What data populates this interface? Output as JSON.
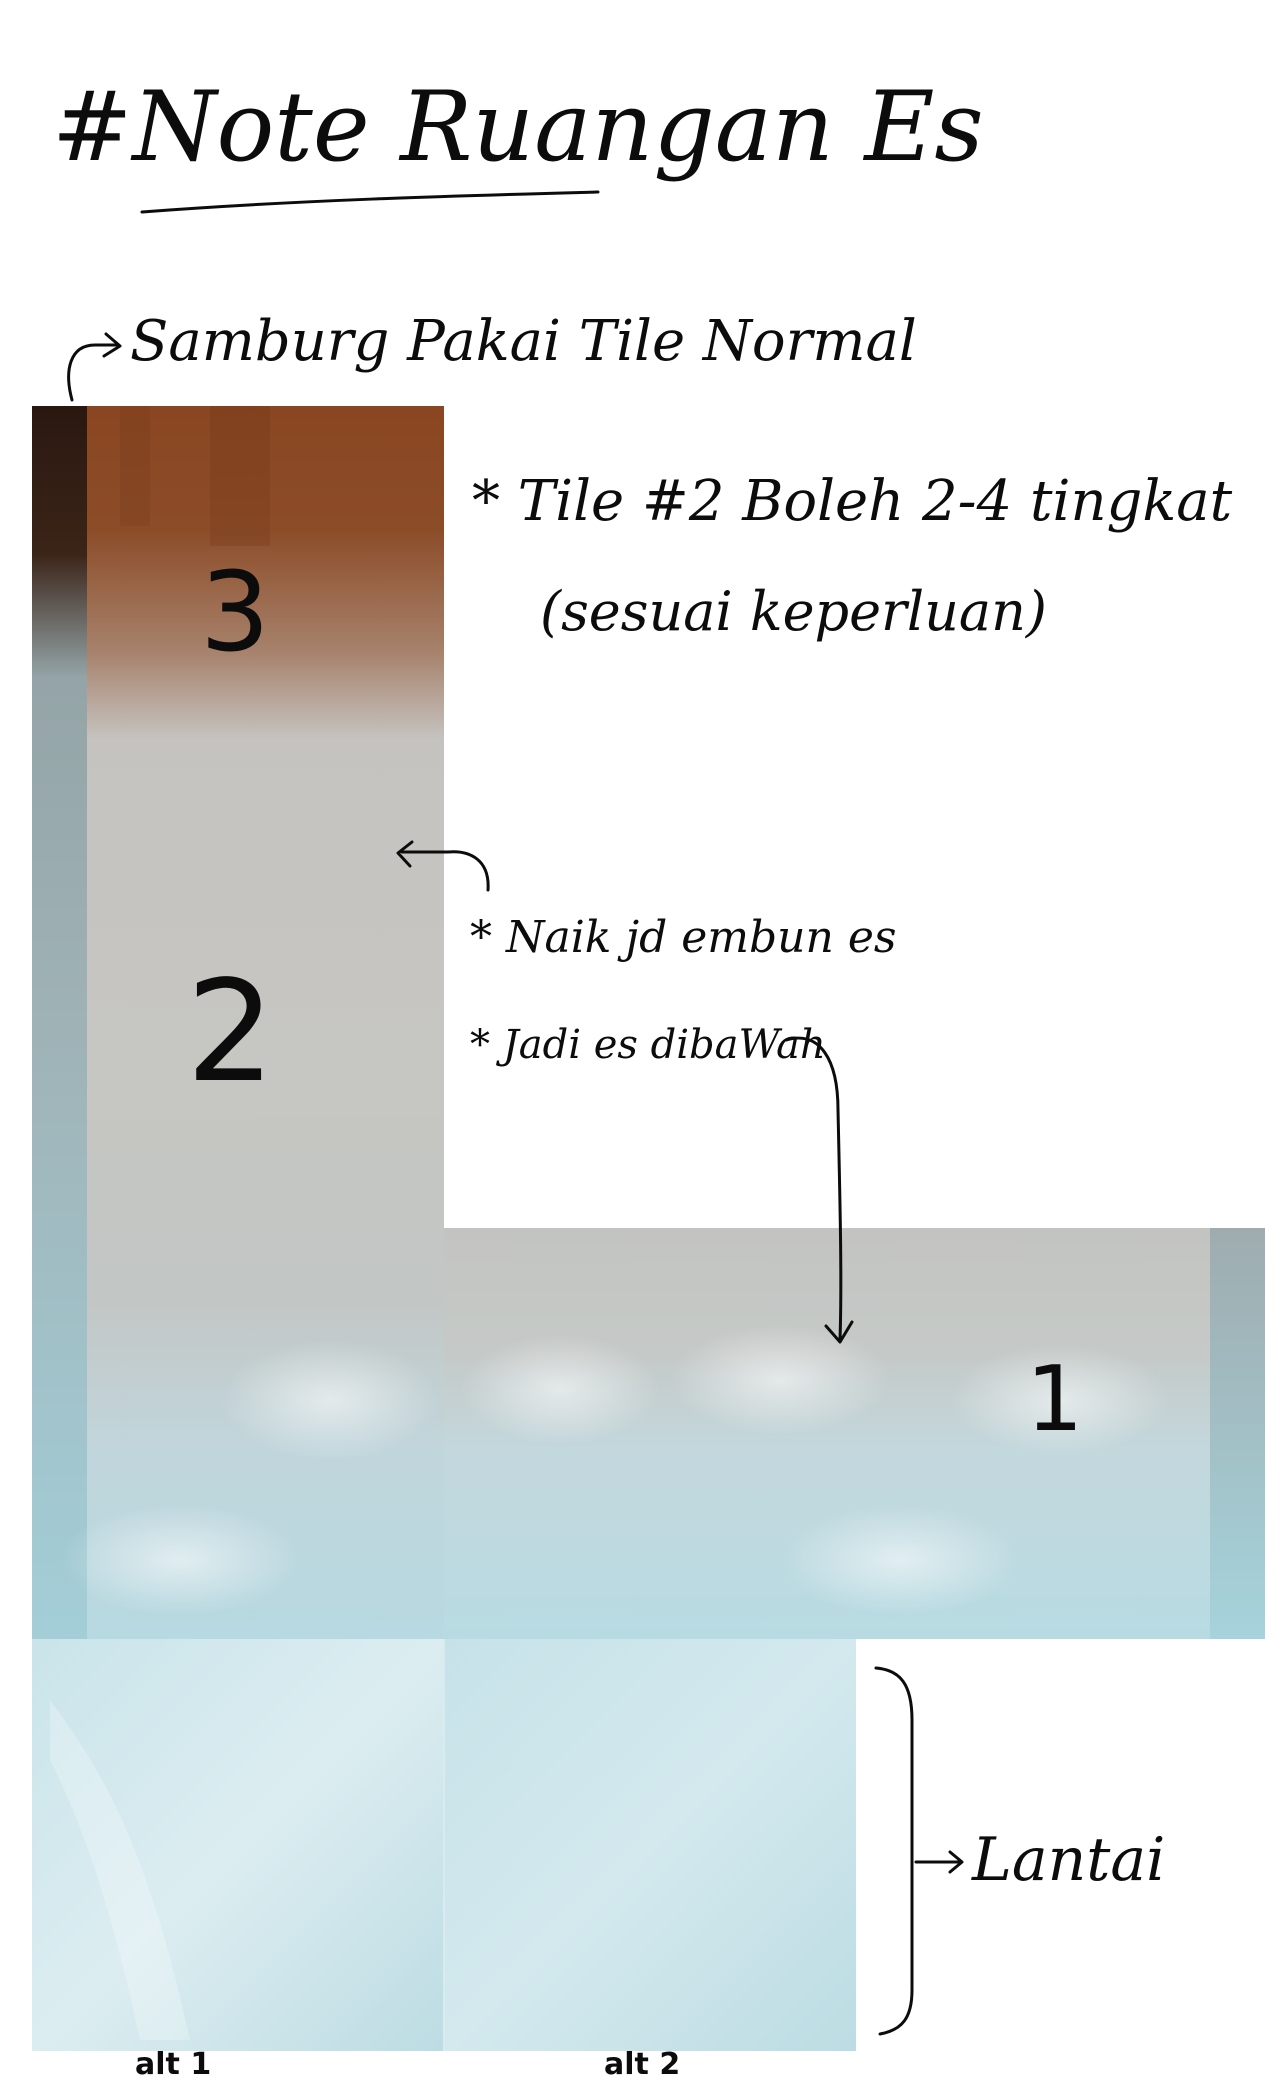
{
  "title": "#Note Ruangan Es",
  "annotations": {
    "connect_note": "Samburg Pakai Tile Normal",
    "tile2_note_line1": "* Tile #2 Boleh 2-4 tingkat",
    "tile2_note_line2": "(sesuai keperluan)",
    "frost_note": "* Naik jd embun es",
    "ice_below_note": "* Jadi es dibaWah",
    "floor_note": "Lantai"
  },
  "tile_labels": {
    "tile_3": "3",
    "tile_2": "2",
    "tile_1": "1"
  },
  "floor_labels": {
    "alt_1": "alt 1",
    "alt_2": "alt 2"
  },
  "colors": {
    "wood_brown": "#8a4a26",
    "dark_edge": "#2a1610",
    "stone_grey": "#c4c5c2",
    "ice_blue": "#bfdde4",
    "floor_blue": "#cfe7ec",
    "ink": "#0c0c0c"
  }
}
